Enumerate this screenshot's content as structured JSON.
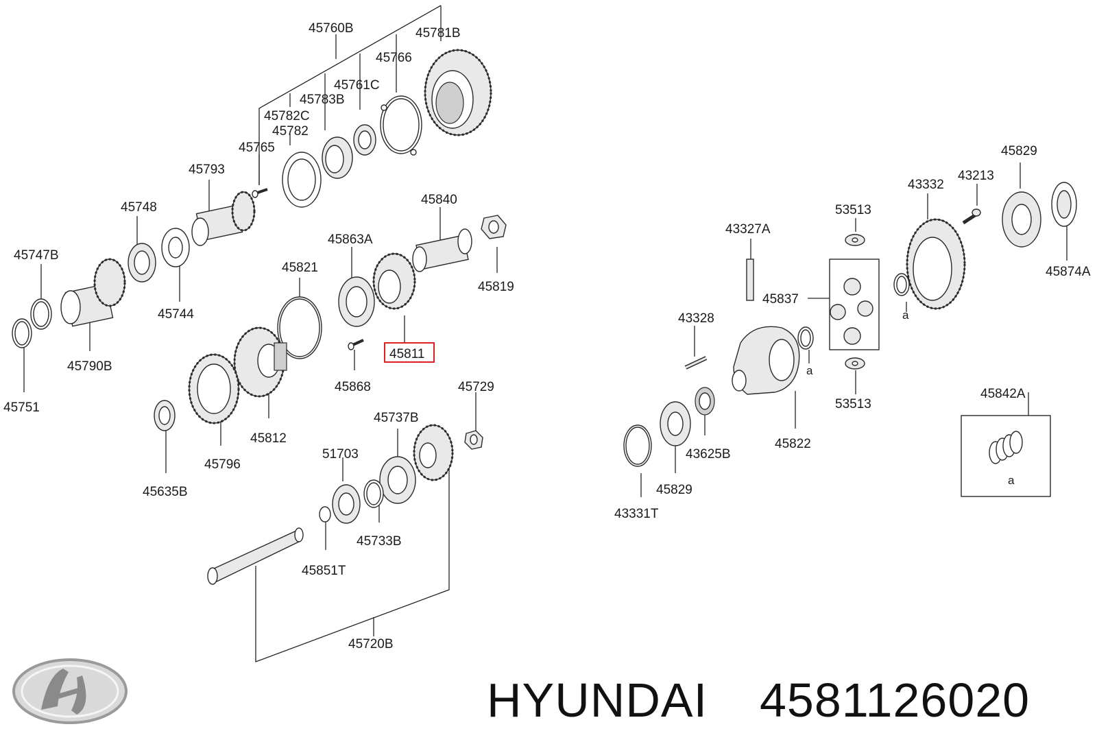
{
  "brand": {
    "name": "HYUNDAI",
    "part_number": "4581126020"
  },
  "labels": {
    "p45760B": "45760B",
    "p45781B": "45781B",
    "p45766": "45766",
    "p45761C": "45761C",
    "p45783B": "45783B",
    "p45782C": "45782C",
    "p45782": "45782",
    "p45765": "45765",
    "p45793": "45793",
    "p45748": "45748",
    "p45747B": "45747B",
    "p45744": "45744",
    "p45790B": "45790B",
    "p45751": "45751",
    "p45840": "45840",
    "p45863A": "45863A",
    "p45821": "45821",
    "p45819": "45819",
    "p45811": "45811",
    "p45868": "45868",
    "p45812": "45812",
    "p45796": "45796",
    "p45635B": "45635B",
    "p45729": "45729",
    "p45737B": "45737B",
    "p51703": "51703",
    "p45733B": "45733B",
    "p45851T": "45851T",
    "p45720B": "45720B",
    "p45829a": "45829",
    "p43213": "43213",
    "p43332": "43332",
    "p53513a": "53513",
    "p43327A": "43327A",
    "p45874A": "45874A",
    "p45837": "45837",
    "p43328": "43328",
    "p53513b": "53513",
    "p45822": "45822",
    "p45842A": "45842A",
    "p43625B": "43625B",
    "p45829b": "45829",
    "p43331T": "43331T",
    "a1": "a",
    "a2": "a",
    "a3": "a"
  },
  "highlighted_part": "45811",
  "colors": {
    "highlight": "#e02020",
    "text": "#1a1a1a"
  }
}
